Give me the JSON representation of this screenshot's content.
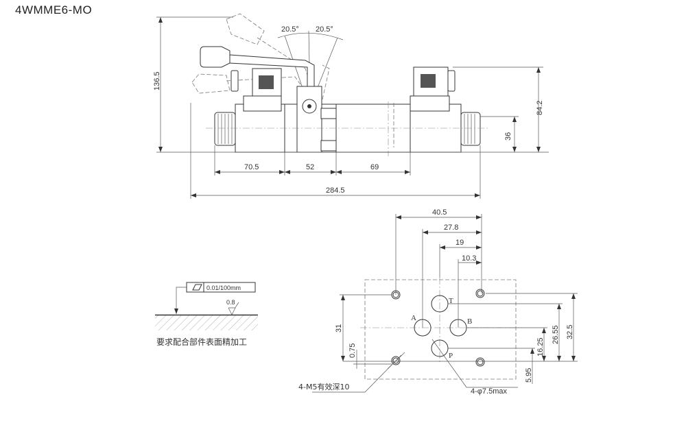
{
  "title": "4WMME6-MO",
  "side_view": {
    "angle_left": "20.5°",
    "angle_right": "20.5°",
    "height_total": "136.5",
    "height_connector": "84.2",
    "height_axis": "36",
    "len_solenoid_left": "70.5",
    "len_center": "52",
    "len_body": "69",
    "len_total": "284.5"
  },
  "flatness_note": {
    "tolerance": "0.01/100mm",
    "roughness": "0.8",
    "caption": "要求配合部件表面精加工"
  },
  "mounting_face": {
    "ports": [
      "T",
      "A",
      "B",
      "P"
    ],
    "dim_top": [
      "40.5",
      "27.8",
      "19",
      "10.3"
    ],
    "dim_right": [
      "32.5",
      "26.55",
      "16.25",
      "5.95"
    ],
    "dim_left": [
      "31",
      "0.75"
    ],
    "thread_note": "4-M5有效深10",
    "port_note": "4-φ7.5max"
  }
}
